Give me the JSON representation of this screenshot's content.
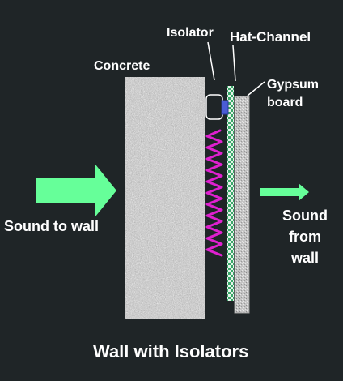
{
  "title": "Wall with Isolators",
  "labels": {
    "concrete": "Concrete",
    "isolator": "Isolator",
    "hat_channel": "Hat-Channel",
    "gypsum_line1": "Gypsum",
    "gypsum_line2": "board",
    "sound_to_wall": "Sound to wall",
    "sound_from_wall_line1": "Sound",
    "sound_from_wall_line2": "from",
    "sound_from_wall_line3": "wall"
  },
  "colors": {
    "background": "#1f2527",
    "arrow": "#66ff99",
    "spring": "#e020d0",
    "isolator_clip": "#4a5cd6",
    "concrete": "#c8c8c8",
    "hat_channel": "#3aa86a",
    "gypsum": "#bcbcbc"
  }
}
